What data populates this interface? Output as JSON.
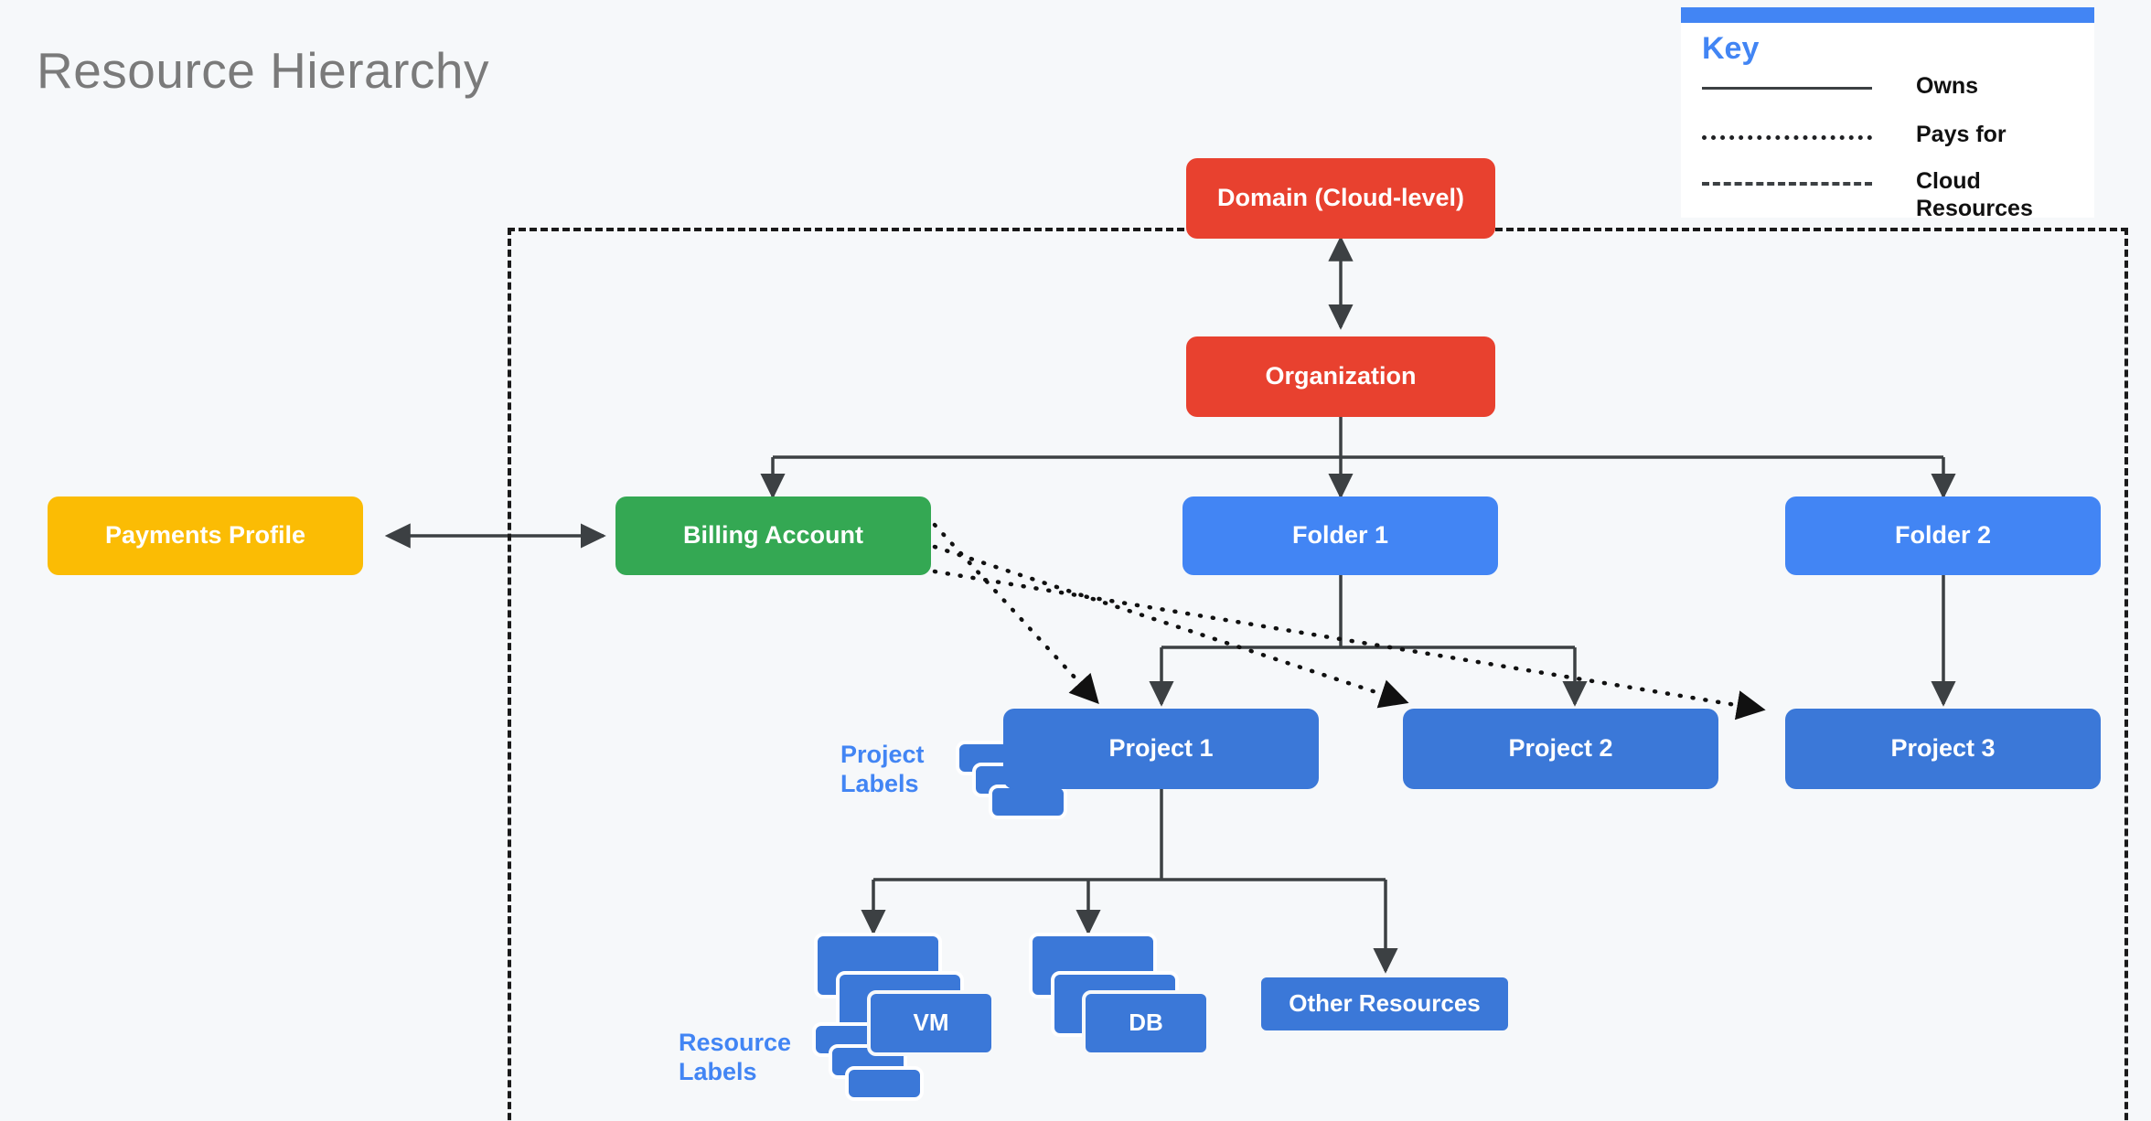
{
  "page": {
    "title": "Resource Hierarchy",
    "background_color": "#F6F8FA",
    "title_color": "#7A7A7A"
  },
  "legend": {
    "title": "Key",
    "accent_color": "#4285F4",
    "items": [
      {
        "style": "solid",
        "label": "Owns"
      },
      {
        "style": "dotted",
        "label": "Pays for"
      },
      {
        "style": "dashed",
        "label": "Cloud\nResources"
      }
    ]
  },
  "nodes": {
    "domain": {
      "label": "Domain (Cloud-level)",
      "color": "#E8412F"
    },
    "organization": {
      "label": "Organization",
      "color": "#E8412F"
    },
    "payments": {
      "label": "Payments Profile",
      "color": "#FBBC04"
    },
    "billing": {
      "label": "Billing Account",
      "color": "#34A853"
    },
    "folder1": {
      "label": "Folder 1",
      "color": "#4285F4"
    },
    "folder2": {
      "label": "Folder 2",
      "color": "#4285F4"
    },
    "project1": {
      "label": "Project 1",
      "color": "#3B78D8"
    },
    "project2": {
      "label": "Project 2",
      "color": "#3B78D8"
    },
    "project3": {
      "label": "Project 3",
      "color": "#3B78D8"
    },
    "vm": {
      "label": "VM",
      "color": "#3B78D8"
    },
    "db": {
      "label": "DB",
      "color": "#3B78D8"
    },
    "other": {
      "label": "Other Resources",
      "color": "#3B78D8"
    }
  },
  "annotations": {
    "project_labels": "Project\nLabels",
    "resource_labels": "Resource\nLabels",
    "label_color": "#4285F4"
  },
  "edges": {
    "owns": [
      "Organization -> Domain (Cloud-level)",
      "Organization -> Billing Account",
      "Organization -> Folder 1",
      "Organization -> Folder 2",
      "Payments Profile -> Billing Account",
      "Folder 1 -> Project 1",
      "Folder 1 -> Project 2",
      "Folder 2 -> Project 3",
      "Project 1 -> VM",
      "Project 1 -> DB",
      "Project 1 -> Other Resources"
    ],
    "pays_for": [
      "Billing Account -> Project 1",
      "Billing Account -> Project 2",
      "Billing Account -> Project 3"
    ],
    "cloud_resources_boundary": "dashed region enclosing Organization hierarchy"
  }
}
